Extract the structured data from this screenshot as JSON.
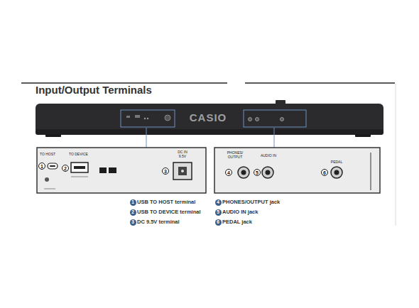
{
  "diagram": {
    "title": "Input/Output Terminals",
    "nodes": [
      {
        "text": [
          "1"
        ]
      },
      {
        "text": [
          "2"
        ]
      },
      {
        "text": [
          "3"
        ]
      },
      {
        "text": [
          "4"
        ]
      },
      {
        "text": [
          "5"
        ]
      },
      {
        "text": [
          "6"
        ]
      },
      {
        "text": [
          "1"
        ]
      },
      {
        "text": [
          "2"
        ]
      },
      {
        "text": [
          "3"
        ]
      },
      {
        "text": [
          "4"
        ]
      },
      {
        "text": [
          "5"
        ]
      },
      {
        "text": [
          "6"
        ]
      }
    ],
    "labels": [
      "CASIO",
      "TO HOST",
      "TO DEVICE",
      "DC IN 9.5V",
      "PHONES/ OUTPUT",
      "AUDIO IN",
      "PEDAL",
      "USB TO HOST terminal",
      "USB TO DEVICE terminal",
      "DC 9.5V terminal",
      "PHONES/OUTPUT jack",
      "AUDIO IN jack",
      "PEDAL jack"
    ]
  }
}
